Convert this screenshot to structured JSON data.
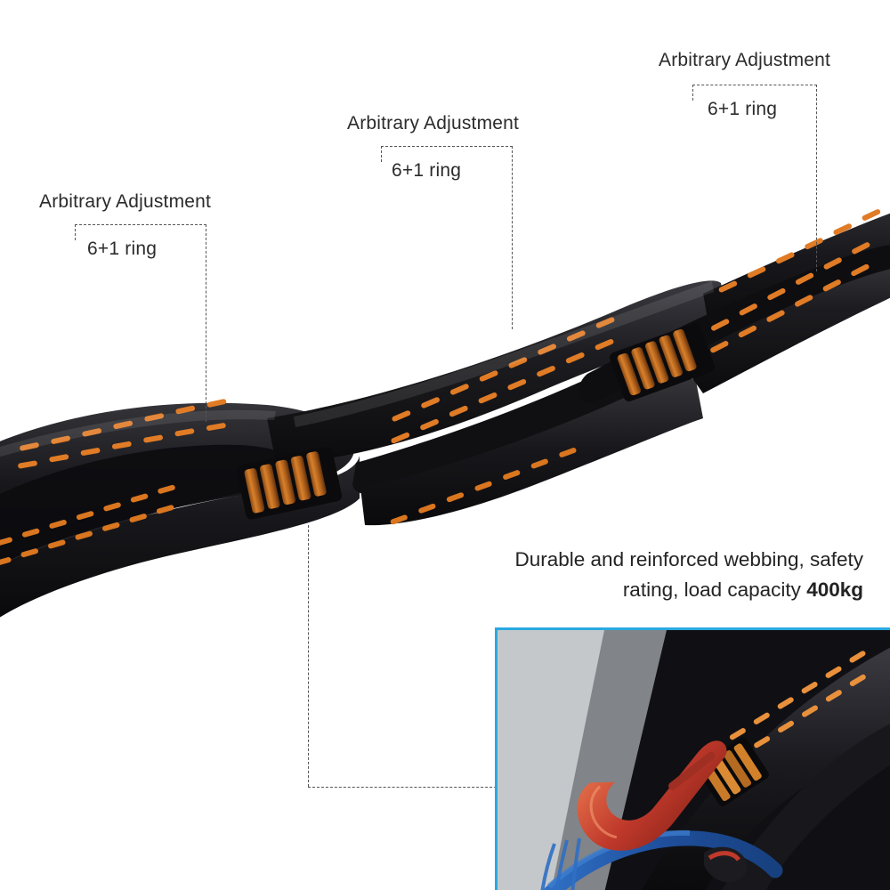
{
  "image": {
    "type": "product-photo",
    "subject": "black hammock tree strap with orange stitching and reinforced loops",
    "background_color": "#ffffff"
  },
  "annotations": [
    {
      "id": "left",
      "title": "Arbitrary Adjustment",
      "subtitle": "6+1 ring"
    },
    {
      "id": "middle",
      "title": "Arbitrary Adjustment",
      "subtitle": "6+1 ring"
    },
    {
      "id": "right",
      "title": "Arbitrary Adjustment",
      "subtitle": "6+1 ring"
    }
  ],
  "caption": {
    "line1": "Durable and reinforced webbing, safety",
    "line2_prefix": "rating, load capacity ",
    "line2_strong": "400kg"
  },
  "inset": {
    "label": "close-up of carabiner attached to strap loop",
    "border_color": "#2aa9e0"
  },
  "colors": {
    "strap": "#131316",
    "stitch_orange": "#e07b26",
    "carabiner": "#c0392b",
    "accent_blue": "#2aa9e0",
    "text": "#2b2b2b",
    "dash_line": "#555555"
  }
}
